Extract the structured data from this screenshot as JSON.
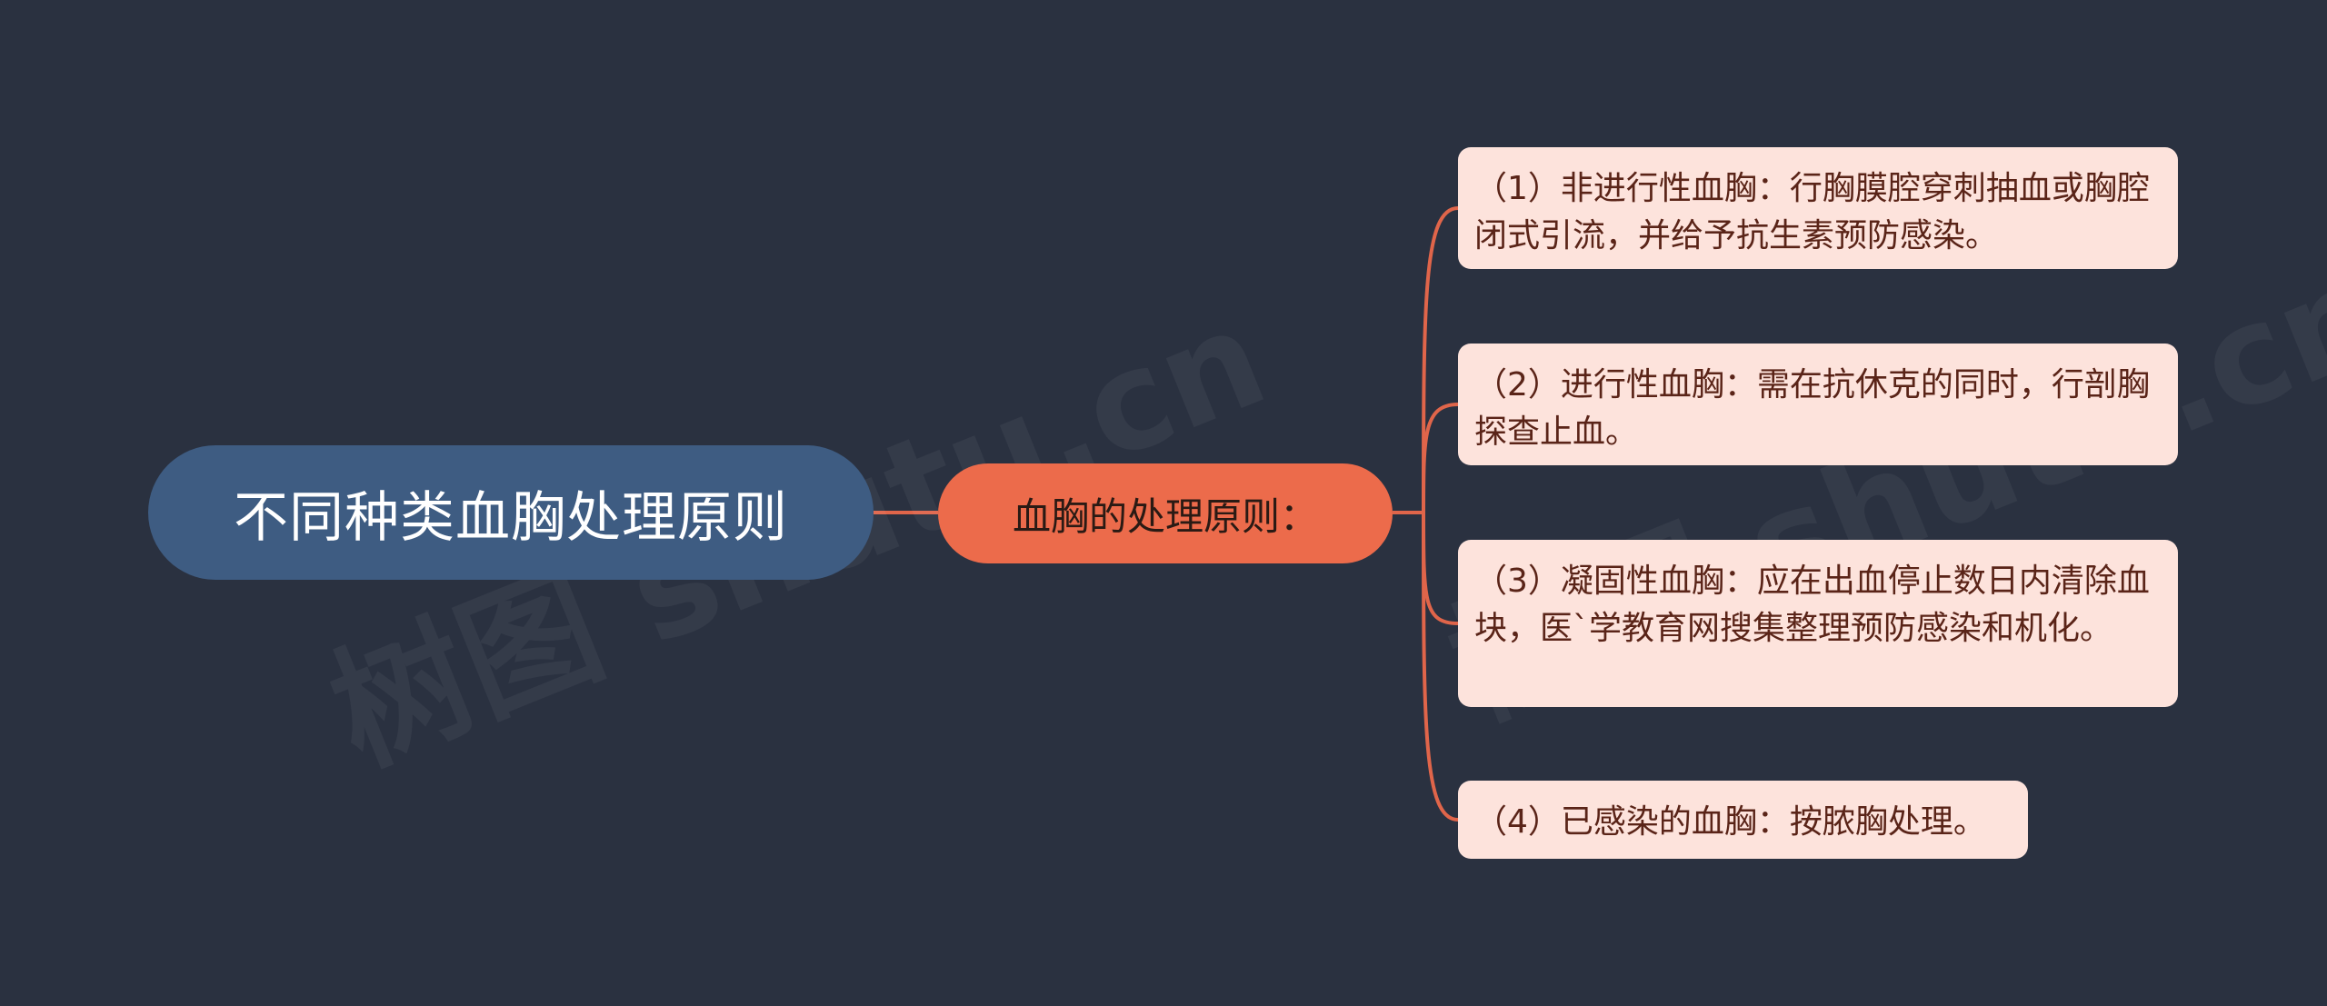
{
  "root": {
    "label": "不同种类血胸处理原则"
  },
  "branch": {
    "label": "血胸的处理原则："
  },
  "leaves": [
    {
      "text": "（1）非进行性血胸：行胸膜腔穿刺抽血或胸腔闭式引流，并给予抗生素预防感染。"
    },
    {
      "text": "（2）进行性血胸：需在抗休克的同时，行剖胸探查止血。"
    },
    {
      "text": "（3）凝固性血胸：应在出血停止数日内清除血块，医`学教育网搜集整理预防感染和机化。"
    },
    {
      "text": "（4）已感染的血胸：按脓胸处理。"
    }
  ],
  "watermarks": [
    "树图 shutu.cn",
    "树图 shutu.cn"
  ],
  "colors": {
    "background": "#2a3140",
    "root": "#3e5c82",
    "branch": "#ec6b4b",
    "leaf": "#fde3dc",
    "connector": "#e0654a"
  }
}
